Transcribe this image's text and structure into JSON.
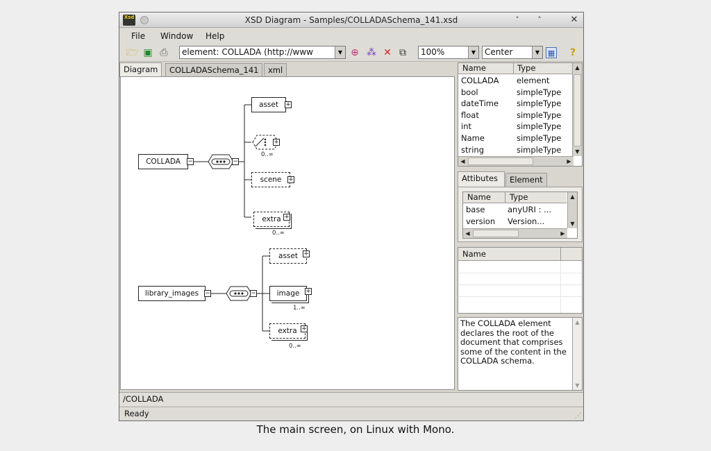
{
  "window": {
    "title": "XSD Diagram - Samples/COLLADASchema_141.xsd",
    "app_icon_text": "Xsd"
  },
  "menu": [
    "File",
    "Window",
    "Help"
  ],
  "toolbar": {
    "element_combo": "element: COLLADA (http://www",
    "zoom_combo": "100%",
    "align_combo": "Center"
  },
  "tabs": [
    "Diagram",
    "COLLADASchema_141",
    "xml"
  ],
  "diagram": {
    "groups": [
      {
        "root": "COLLADA",
        "children": [
          {
            "label": "asset",
            "occurrence": ""
          },
          {
            "label": "",
            "occurrence": "0..∞"
          },
          {
            "label": "scene",
            "occurrence": ""
          },
          {
            "label": "extra",
            "occurrence": "0..∞"
          }
        ]
      },
      {
        "root": "library_images",
        "children": [
          {
            "label": "asset",
            "occurrence": ""
          },
          {
            "label": "image",
            "occurrence": "1..∞"
          },
          {
            "label": "extra",
            "occurrence": "0..∞"
          }
        ]
      }
    ]
  },
  "elements_grid": {
    "headers": [
      "Name",
      "Type"
    ],
    "rows": [
      [
        "COLLADA",
        "element"
      ],
      [
        "bool",
        "simpleType"
      ],
      [
        "dateTime",
        "simpleType"
      ],
      [
        "float",
        "simpleType"
      ],
      [
        "int",
        "simpleType"
      ],
      [
        "Name",
        "simpleType"
      ],
      [
        "string",
        "simpleType"
      ]
    ]
  },
  "attr_tabs": [
    "Attibutes",
    "Element"
  ],
  "attributes_grid": {
    "headers": [
      "Name",
      "Type"
    ],
    "rows": [
      [
        "base",
        "anyURI  : ..."
      ],
      [
        "version",
        "Version..."
      ]
    ]
  },
  "names_grid": {
    "headers": [
      "Name"
    ]
  },
  "description": "The COLLADA element declares the root of the document that comprises some of the content in the COLLADA schema.",
  "pathbar": "/COLLADA",
  "status": "Ready",
  "caption": "The main screen, on Linux with Mono."
}
